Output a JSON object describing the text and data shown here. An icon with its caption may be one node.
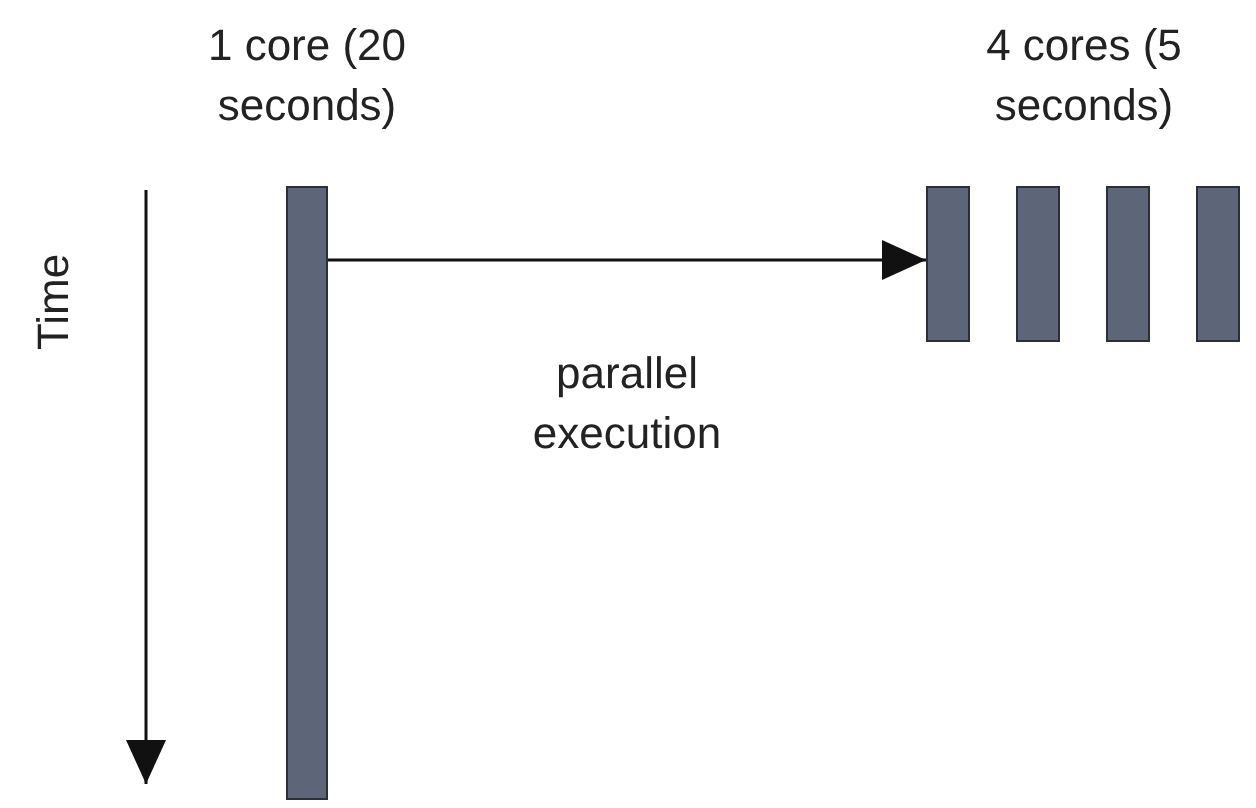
{
  "diagram": {
    "nodes": [
      {
        "text": [
          "1 core (20 seconds)"
        ]
      },
      {
        "text": [],
        "shape": "bar"
      },
      {
        "text": [],
        "shape": "bar"
      },
      {
        "text": [],
        "shape": "bar"
      },
      {
        "text": [],
        "shape": "bar"
      }
    ],
    "edges": [
      {
        "from": 0,
        "to": 1,
        "arrow": "to",
        "label": "parallel execution"
      }
    ],
    "labels": [
      "4 cores (5 seconds)",
      "Time"
    ]
  }
}
